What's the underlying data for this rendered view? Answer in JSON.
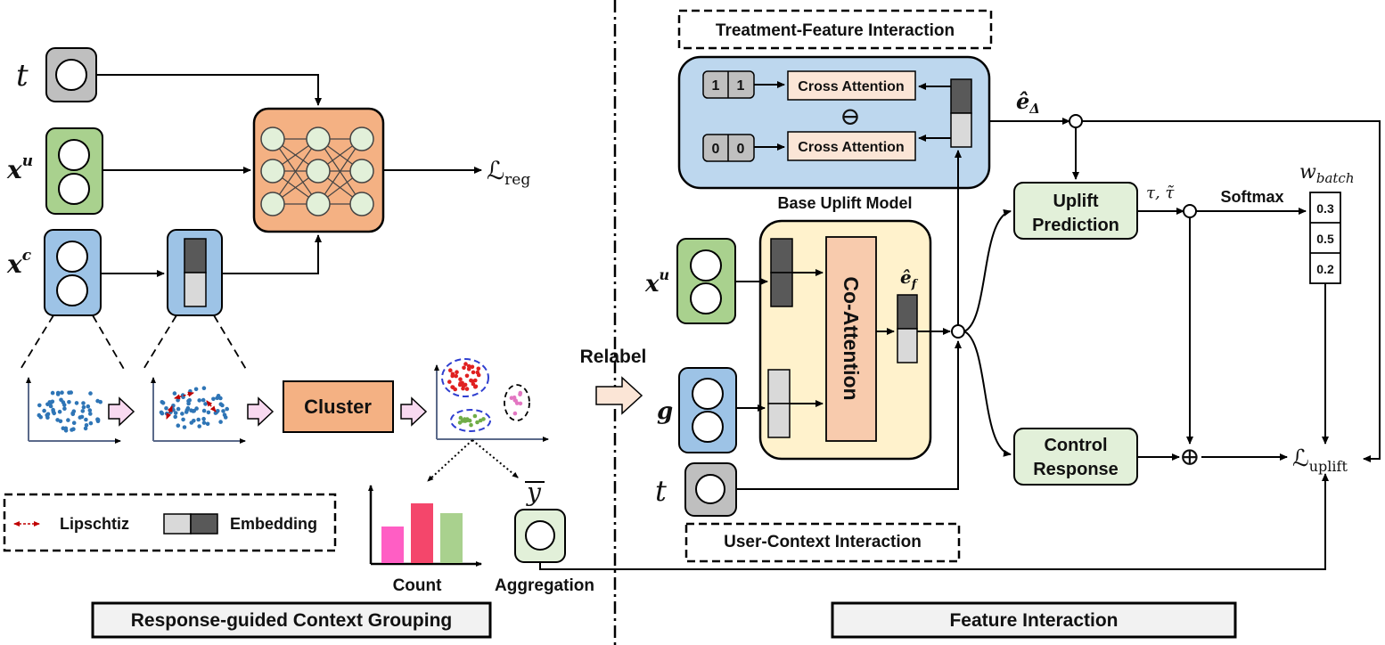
{
  "left_inputs": {
    "t": "t",
    "xu": "x",
    "xu_sup": "u",
    "xc": "x",
    "xc_sup": "c"
  },
  "loss_reg": {
    "main": "ℒ",
    "sub": "reg"
  },
  "cluster_label": "Cluster",
  "relabel_label": "Relabel",
  "legend": {
    "lipschitz": "Lipschtiz",
    "embedding": "Embedding"
  },
  "count_label": "Count",
  "aggregation_label": "Aggregation",
  "y_bar": "y",
  "left_section_title": "Response-guided Context Grouping",
  "right_section_title": "Feature Interaction",
  "treatment_feature_title": "Treatment-Feature Interaction",
  "cross_attention_top": "Cross Attention",
  "cross_attention_bottom": "Cross Attention",
  "ones": [
    "1",
    "1"
  ],
  "zeros": [
    "0",
    "0"
  ],
  "minus_symbol": "⊖",
  "base_uplift_label": "Base Uplift Model",
  "e_delta": {
    "main": "ê",
    "sub": "Δ"
  },
  "right_inputs": {
    "xu": "x",
    "xu_sup": "u",
    "g": "g",
    "t": "t"
  },
  "co_attention_label": "Co-Attention",
  "e_f": {
    "main": "ê",
    "sub": "f"
  },
  "user_context_title": "User-Context Interaction",
  "uplift_prediction": [
    "Uplift",
    "Prediction"
  ],
  "control_response": [
    "Control",
    "Response"
  ],
  "tau_label": "τ, τ̃",
  "softmax_label": "Softmax",
  "w_batch": {
    "main": "w",
    "sub": "batch"
  },
  "weights": [
    "0.3",
    "0.5",
    "0.2"
  ],
  "plus_symbol": "⊕",
  "loss_uplift": {
    "main": "ℒ",
    "sub": "uplift"
  },
  "colors": {
    "orange_box": "#f4b183",
    "green_input": "#a9d18e",
    "blue_input": "#9dc3e6",
    "gray_input": "#bfbfbf",
    "cross_attn": "#fbe5d6",
    "base_panel": "#bdd7ee",
    "co_panel": "#fff2cc",
    "co_attention": "#f8cbad",
    "pred_box": "#e2f0d9",
    "arrow_pink": "#f8d9f0",
    "relabel_arrow": "#fbe5d6"
  }
}
